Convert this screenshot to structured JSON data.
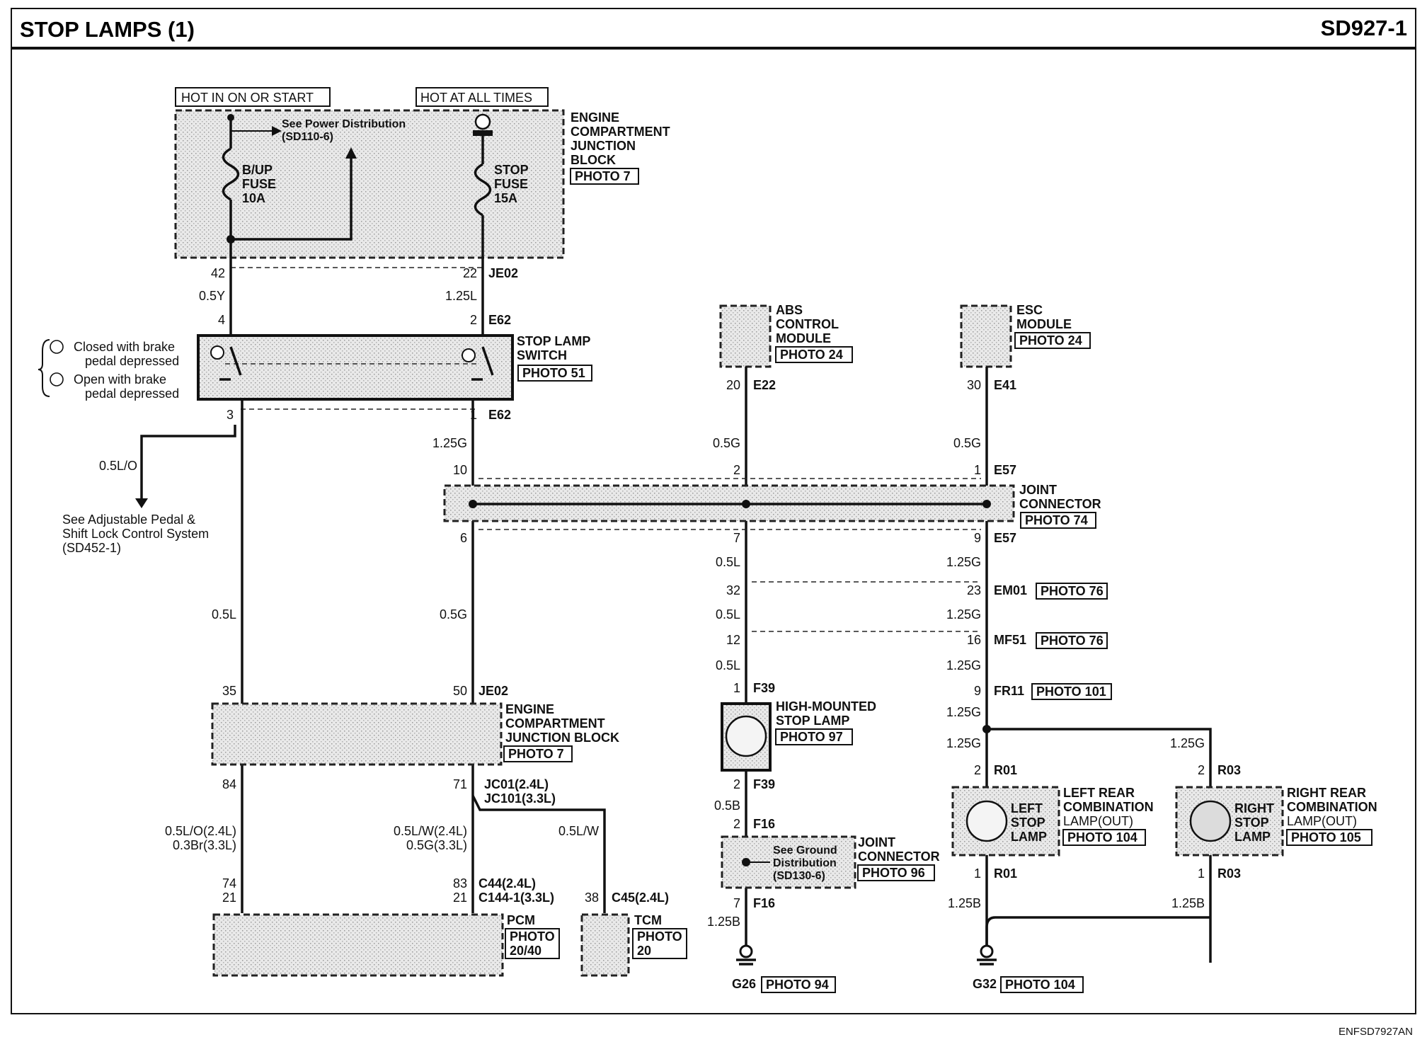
{
  "title": "STOP LAMPS (1)",
  "code": "SD927-1",
  "footer": "ENFSD7927AN",
  "power": {
    "hot_on_start": "HOT IN ON OR START",
    "hot_all_times": "HOT AT ALL TIMES",
    "see_power": "See Power Distribution",
    "see_power_ref": "(SD110-6)",
    "bup_fuse": [
      "B/UP",
      "FUSE",
      "10A"
    ],
    "stop_fuse": [
      "STOP",
      "FUSE",
      "15A"
    ],
    "engine_jb": [
      "ENGINE",
      "COMPARTMENT",
      "JUNCTION",
      "BLOCK"
    ],
    "engine_jb_photo": "PHOTO 7"
  },
  "pins": {
    "p42": "42",
    "p22": "22",
    "je02_top": "JE02",
    "w05y": "0.5Y",
    "w125l": "1.25L",
    "p4": "4",
    "p2": "2",
    "e62_top": "E62",
    "p3": "3",
    "p1": "1",
    "e62_bot": "E62",
    "w05lo": "0.5L/O",
    "w125g_a": "1.25G",
    "p10": "10",
    "p2b": "2",
    "p1b": "1",
    "e57_top": "E57",
    "p6": "6",
    "p7": "7",
    "p9": "9",
    "e57_bot": "E57",
    "w05l_a": "0.5L",
    "w05g_a": "0.5G",
    "p20": "20",
    "e22": "E22",
    "p30": "30",
    "e41": "E41",
    "w05g_abs": "0.5G",
    "w05g_esc": "0.5G",
    "w05l_b": "0.5L",
    "w125g_b": "1.25G",
    "p32": "32",
    "p23": "23",
    "em01": "EM01",
    "em01_photo": "PHOTO 76",
    "w05l_c": "0.5L",
    "w125g_c": "1.25G",
    "p12": "12",
    "p16": "16",
    "mf51": "MF51",
    "mf51_photo": "PHOTO 76",
    "w05l_d": "0.5L",
    "w125g_d": "1.25G",
    "p9b": "9",
    "fr11": "FR11",
    "fr11_photo": "PHOTO 101",
    "p1c": "1",
    "f39_top": "F39",
    "w125g_e": "1.25G",
    "p35": "35",
    "p50": "50",
    "je02_mid": "JE02",
    "p84": "84",
    "p71": "71",
    "jc01": "JC01(2.4L)",
    "jc101": "JC101(3.3L)",
    "w05lw_tcm": "0.5L/W",
    "w_pcm_a1": "0.5L/O(2.4L)",
    "w_pcm_a2": "0.3Br(3.3L)",
    "w_pcm_b1": "0.5L/W(2.4L)",
    "w_pcm_b2": "0.5G(3.3L)",
    "p74": "74",
    "p21a": "21",
    "p83": "83",
    "p21b": "21",
    "c44": "C44(2.4L)",
    "c144": "C144-1(3.3L)",
    "p38": "38",
    "c45": "C45(2.4L)",
    "p2c": "2",
    "f39_bot": "F39",
    "w05b": "0.5B",
    "p2d": "2",
    "f16_top": "F16",
    "p7b": "7",
    "f16_bot": "F16",
    "w125b_a": "1.25B",
    "w125g_f": "1.25G",
    "w125g_g": "1.25G",
    "p2e": "2",
    "r01_top": "R01",
    "p2f": "2",
    "r03_top": "R03",
    "p1d": "1",
    "r01_bot": "R01",
    "p1e": "1",
    "r03_bot": "R03",
    "w125b_b": "1.25B",
    "w125b_c": "1.25B"
  },
  "components": {
    "switch_name": [
      "STOP LAMP",
      "SWITCH"
    ],
    "switch_photo": "PHOTO 51",
    "note_a": [
      "Closed with brake",
      "pedal depressed"
    ],
    "note_b": [
      "Open with brake",
      "pedal depressed"
    ],
    "abs": [
      "ABS",
      "CONTROL",
      "MODULE"
    ],
    "abs_photo": "PHOTO 24",
    "esc": [
      "ESC",
      "MODULE"
    ],
    "esc_photo": "PHOTO 24",
    "joint": [
      "JOINT",
      "CONNECTOR"
    ],
    "joint_photo": "PHOTO 74",
    "see_adjustable": [
      "See Adjustable Pedal &",
      "Shift Lock Control System",
      "(SD452-1)"
    ],
    "engine_jb2": [
      "ENGINE",
      "COMPARTMENT",
      "JUNCTION BLOCK"
    ],
    "engine_jb2_photo": "PHOTO 7",
    "hmsl": [
      "HIGH-MOUNTED",
      "STOP LAMP"
    ],
    "hmsl_photo": "PHOTO 97",
    "see_ground": [
      "See Ground",
      "Distribution",
      "(SD130-6)"
    ],
    "joint2": [
      "JOINT",
      "CONNECTOR"
    ],
    "joint2_photo": "PHOTO 96",
    "pcm": "PCM",
    "pcm_photo": [
      "PHOTO",
      "20/40"
    ],
    "tcm": "TCM",
    "tcm_photo": [
      "PHOTO",
      "20"
    ],
    "left_lamp": [
      "LEFT",
      "STOP",
      "LAMP"
    ],
    "left_name": [
      "LEFT REAR",
      "COMBINATION",
      "LAMP(OUT)"
    ],
    "left_photo": "PHOTO 104",
    "right_lamp": [
      "RIGHT",
      "STOP",
      "LAMP"
    ],
    "right_name": [
      "RIGHT REAR",
      "COMBINATION",
      "LAMP(OUT)"
    ],
    "right_photo": "PHOTO 105",
    "g26": "G26",
    "g26_photo": "PHOTO 94",
    "g32": "G32",
    "g32_photo": "PHOTO 104"
  }
}
